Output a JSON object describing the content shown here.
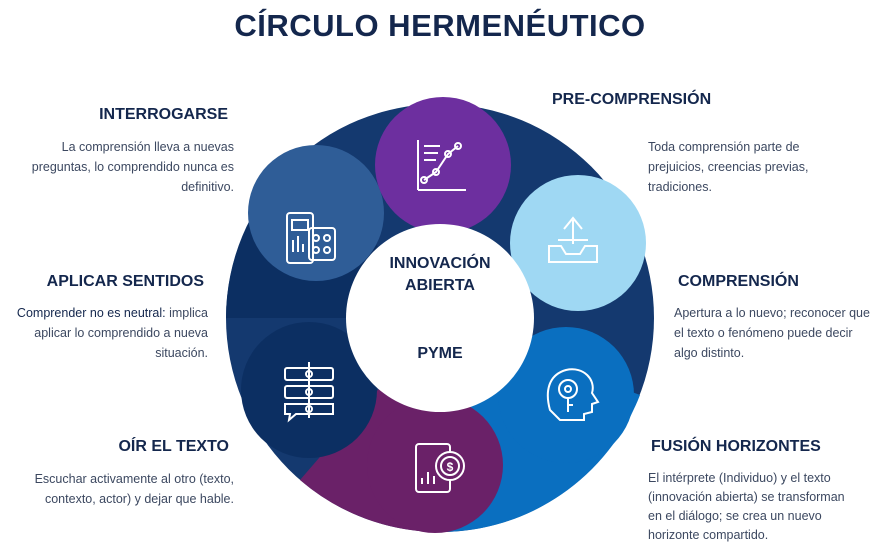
{
  "title": "CÍRCULO HERMENÉUTICO",
  "center": {
    "line1": "INNOVACIÓN",
    "line2": "ABIERTA",
    "bottom": "PYME"
  },
  "stages": {
    "interrogarse": {
      "heading": "INTERROGARSE",
      "lines": [
        "La comprensión lleva a nuevas",
        "preguntas, lo comprendido nunca es",
        "definitivo."
      ],
      "color": "#2f5d97",
      "icon": "mobile-dashboard-icon"
    },
    "pre_comprension": {
      "heading": "PRE-COMPRENSIÓN",
      "lines": [
        "Toda comprensión parte de",
        "prejuicios, creencias previas,",
        "tradiciones."
      ],
      "color": "#6d2f9f",
      "icon": "line-chart-icon"
    },
    "aplicar_sentidos": {
      "heading": "APLICAR SENTIDOS",
      "lines_strong": "Comprender no es neutral:",
      "lines_rest": " implica",
      "lines": [
        "aplicar lo comprendido a nueva",
        "situación."
      ],
      "color": "#0c2f62",
      "icon": "timeline-icon"
    },
    "comprension": {
      "heading": "COMPRENSIÓN",
      "lines": [
        "Apertura a lo nuevo; reconocer que",
        "el texto o fenómeno puede decir",
        "algo distinto."
      ],
      "color": "#9fd8f3",
      "icon": "inbox-upload-icon"
    },
    "oir_texto": {
      "heading": "OÍR EL TEXTO",
      "lines": [
        "Escuchar activamente al otro (texto,",
        "contexto, actor) y dejar que hable."
      ],
      "color": "#6a2168",
      "icon": "tablet-finance-icon"
    },
    "fusion_horizontes": {
      "heading": "FUSIÓN HORIZONTES",
      "lines": [
        "El intérprete (Individuo) y el texto",
        "(innovación abierta) se transforman",
        "en el diálogo; se crea un nuevo",
        "horizonte compartido."
      ],
      "color": "#0a6fc0",
      "icon": "head-key-icon"
    }
  }
}
